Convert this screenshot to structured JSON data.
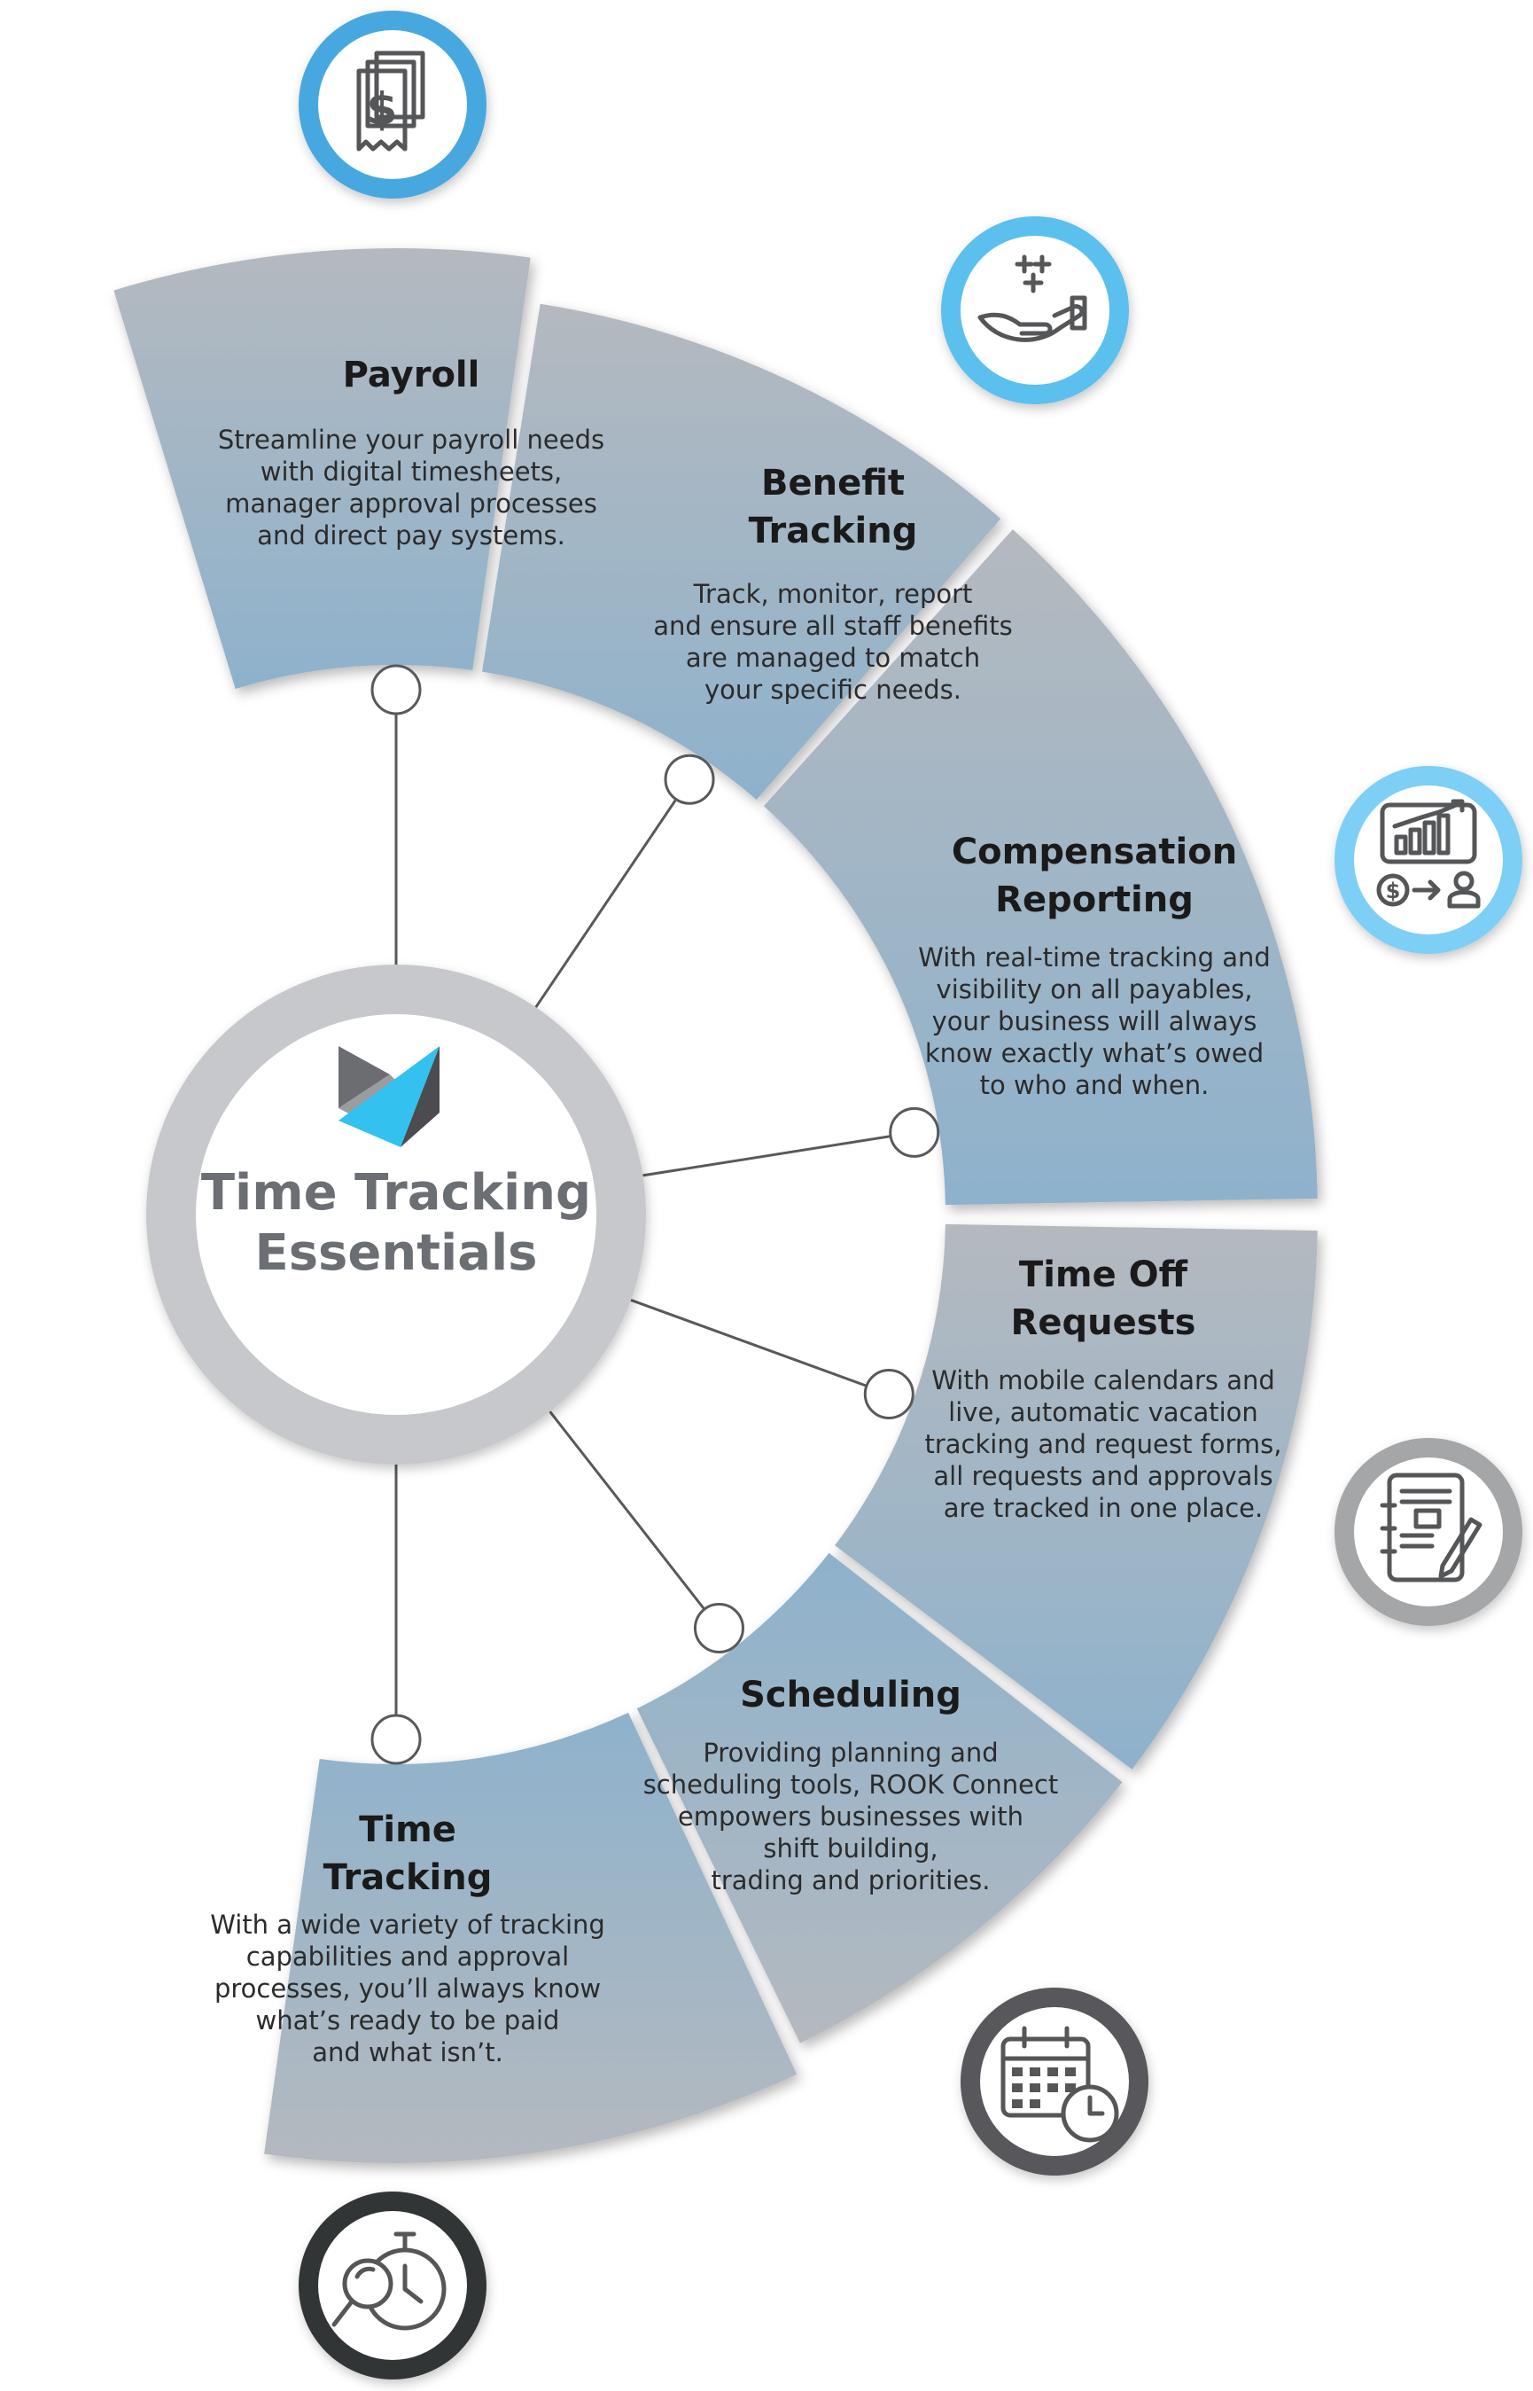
{
  "center": {
    "title_line1": "Time Tracking",
    "title_line2": "Essentials",
    "logo_icon": "rook-logo-icon"
  },
  "segments": [
    {
      "id": "payroll",
      "title": [
        "Payroll"
      ],
      "body": [
        "Streamline your payroll needs",
        "with digital timesheets,",
        "manager approval processes",
        "and direct pay systems."
      ],
      "icon": "payroll-receipt-icon",
      "icon_ring_color": "#46a8e0"
    },
    {
      "id": "benefit-tracking",
      "title": [
        "Benefit",
        "Tracking"
      ],
      "body": [
        "Track, monitor, report",
        "and ensure all staff benefits",
        "are managed to match",
        "your specific needs."
      ],
      "icon": "benefit-hand-icon",
      "icon_ring_color": "#5bc0ef"
    },
    {
      "id": "compensation-reporting",
      "title": [
        "Compensation",
        "Reporting"
      ],
      "body": [
        "With real-time tracking and",
        "visibility on all payables,",
        "your business will always",
        "know exactly what’s owed",
        "to who and when."
      ],
      "icon": "compensation-report-icon",
      "icon_ring_color": "#7ecff5"
    },
    {
      "id": "time-off-requests",
      "title": [
        "Time Off",
        "Requests"
      ],
      "body": [
        "With mobile calendars and",
        "live, automatic vacation",
        "tracking and request forms,",
        "all requests and approvals",
        "are tracked in one place."
      ],
      "icon": "time-off-form-icon",
      "icon_ring_color": "#a5a6a8"
    },
    {
      "id": "scheduling",
      "title": [
        "Scheduling"
      ],
      "body": [
        "Providing planning and",
        "scheduling tools, ROOK Connect",
        "empowers businesses with",
        "shift building,",
        "trading and priorities."
      ],
      "icon": "calendar-clock-icon",
      "icon_ring_color": "#58595b"
    },
    {
      "id": "time-tracking",
      "title": [
        "Time",
        "Tracking"
      ],
      "body": [
        "With a wide variety of tracking",
        "capabilities and approval",
        "processes, you’ll always know",
        "what’s ready to be paid",
        "and what isn’t."
      ],
      "icon": "stopwatch-search-icon",
      "icon_ring_color": "#333436"
    }
  ],
  "colors": {
    "segment_top": "#b2b8be",
    "segment_bottom": "#8fb3cd",
    "hub_ring": "#c6c8cb",
    "connector": "#58595b",
    "logo_blue": "#33c1f0",
    "logo_gray": "#7a7c80"
  }
}
